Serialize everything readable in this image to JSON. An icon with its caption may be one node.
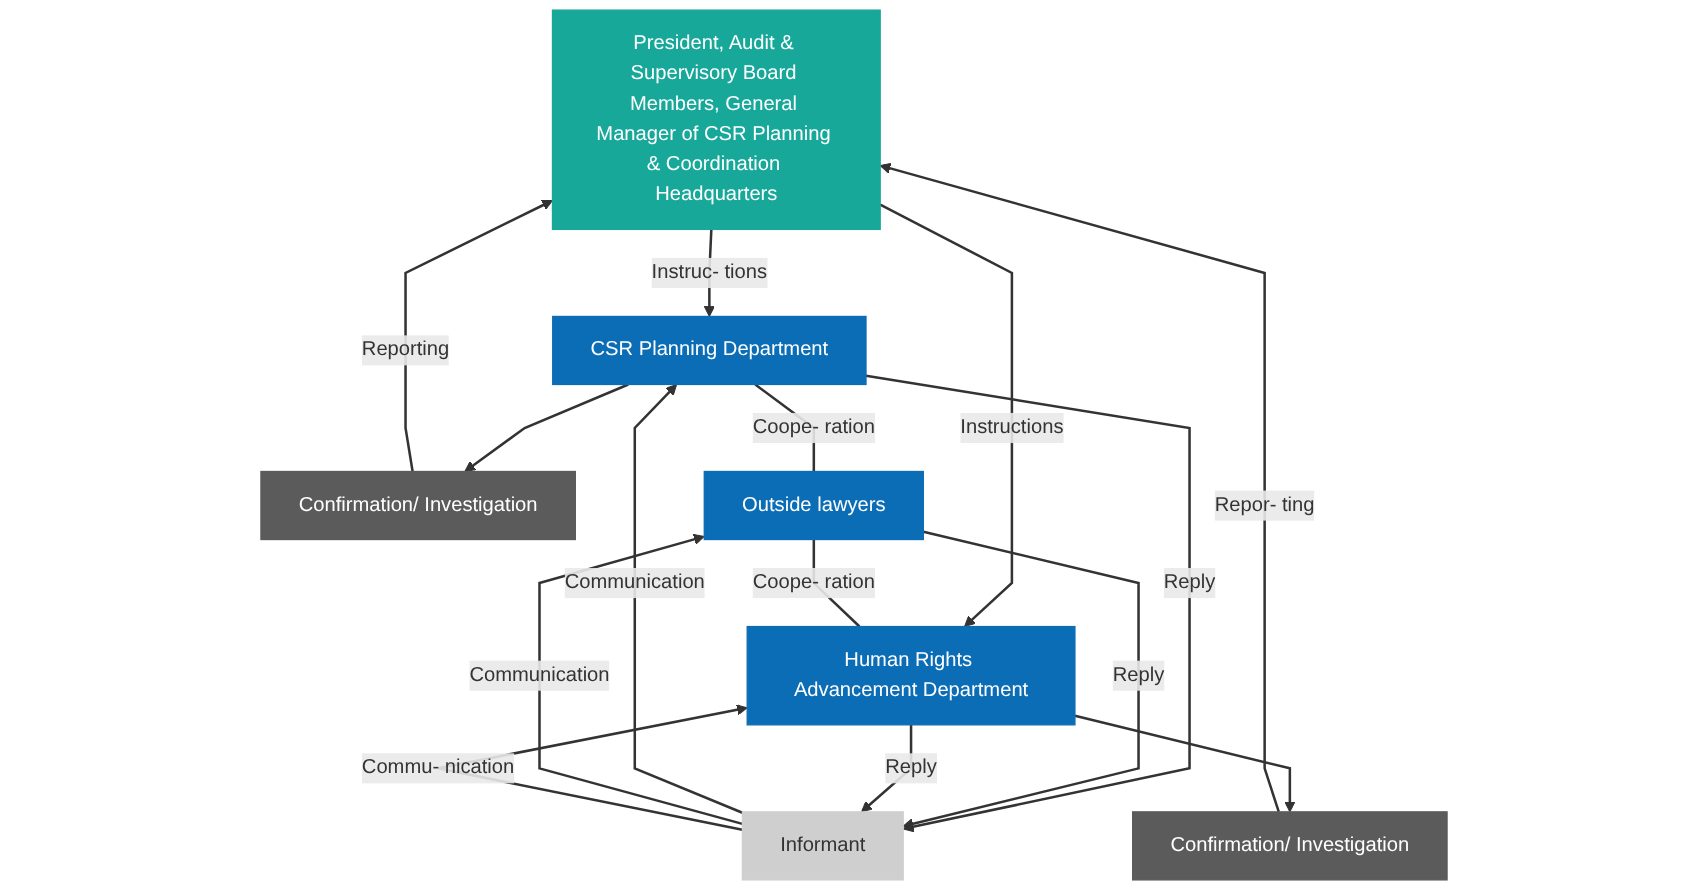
{
  "diagram": {
    "nodes": [
      {
        "text": [
          "President, Audit & Supervisory Board Members, General Manager of CSR Planning & Coordination Headquarters"
        ]
      },
      {
        "text": [
          "Confirmation/ Investigation"
        ]
      },
      {
        "text": [
          "Confirmation/ Investigation"
        ]
      },
      {
        "text": [
          "CSR Planning Department"
        ]
      },
      {
        "text": [
          "Outside lawyers"
        ]
      },
      {
        "text": [
          "Human Rights Advancement Department"
        ]
      },
      {
        "text": [
          "Informant"
        ]
      }
    ],
    "edges": [
      {
        "from": 0,
        "to": 3,
        "arrow": "to",
        "label": "Instruc- tions"
      },
      {
        "from": 3,
        "to": 1,
        "arrow": "to"
      },
      {
        "from": 1,
        "to": 0,
        "arrow": "to",
        "label": "Reporting"
      },
      {
        "from": 0,
        "to": 5,
        "arrow": "to",
        "label": "Instructions"
      },
      {
        "from": 5,
        "to": 2,
        "arrow": "to"
      },
      {
        "from": 2,
        "to": 0,
        "arrow": "to",
        "label": "Repor- ting"
      },
      {
        "from": 3,
        "to": 4,
        "arrow": "none",
        "label": "Coope- ration"
      },
      {
        "from": 4,
        "to": 5,
        "arrow": "none",
        "label": "Coope- ration"
      },
      {
        "from": 3,
        "to": 6,
        "arrow": "to",
        "label": "Reply"
      },
      {
        "from": 6,
        "to": 3,
        "arrow": "to",
        "label": "Communication"
      },
      {
        "from": 4,
        "to": 6,
        "arrow": "to",
        "label": "Reply"
      },
      {
        "from": 6,
        "to": 4,
        "arrow": "to",
        "label": "Communication"
      },
      {
        "from": 5,
        "to": 6,
        "arrow": "to",
        "label": "Reply"
      },
      {
        "from": 6,
        "to": 5,
        "arrow": "to",
        "label": "Commu- nication"
      }
    ]
  }
}
